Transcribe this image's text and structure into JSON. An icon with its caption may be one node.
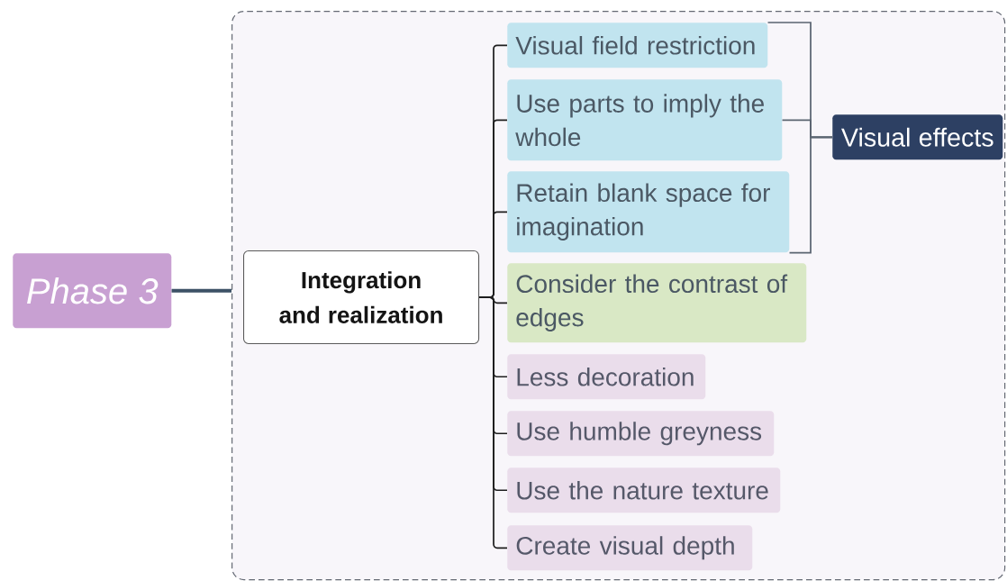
{
  "diagram": {
    "nodes": [
      {
        "text": [
          "Phase 3"
        ]
      },
      {
        "text": [],
        "shape": "box"
      },
      {
        "text": [
          "Integration and realization"
        ],
        "in": 1
      },
      {
        "text": [
          "Visual field restriction"
        ],
        "in": 1
      },
      {
        "text": [
          "Use parts to imply the whole"
        ],
        "in": 1
      },
      {
        "text": [
          "Retain blank space for imagination"
        ],
        "in": 1
      },
      {
        "text": [
          "Consider the contrast of edges"
        ],
        "in": 1
      },
      {
        "text": [
          "Less decoration"
        ],
        "in": 1
      },
      {
        "text": [
          "Use humble greyness"
        ],
        "in": 1
      },
      {
        "text": [
          "Use the nature texture"
        ],
        "in": 1
      },
      {
        "text": [
          "Create visual depth"
        ],
        "in": 1
      },
      {
        "text": [
          "Visual effects"
        ],
        "in": 1
      }
    ],
    "edges": [
      {
        "from": 0,
        "to": 1,
        "arrow": "none",
        "style": "thick",
        "color": "#3d5166"
      },
      {
        "from": 2,
        "to": 3,
        "arrow": "none"
      },
      {
        "from": 2,
        "to": 4,
        "arrow": "none"
      },
      {
        "from": 2,
        "to": 5,
        "arrow": "none"
      },
      {
        "from": 2,
        "to": 6,
        "arrow": "none"
      },
      {
        "from": 2,
        "to": 7,
        "arrow": "none"
      },
      {
        "from": 2,
        "to": 8,
        "arrow": "none"
      },
      {
        "from": 2,
        "to": 9,
        "arrow": "none"
      },
      {
        "from": 2,
        "to": 10,
        "arrow": "none"
      },
      {
        "from": 3,
        "to": 11,
        "arrow": "none",
        "color": "#5a6470"
      },
      {
        "from": 4,
        "to": 11,
        "arrow": "none",
        "color": "#5a6470"
      },
      {
        "from": 5,
        "to": 11,
        "arrow": "none",
        "color": "#5a6470"
      }
    ]
  }
}
